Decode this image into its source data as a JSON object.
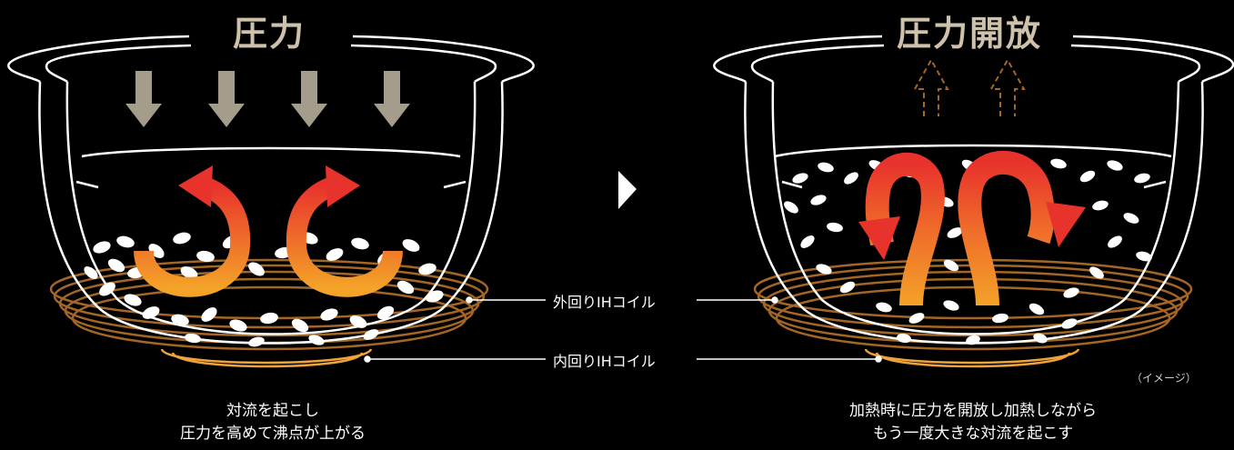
{
  "left": {
    "title": "圧力",
    "caption_line1": "対流を起こし",
    "caption_line2": "圧力を高めて沸点が上がる"
  },
  "right": {
    "title": "圧力開放",
    "caption_line1": "加熱時に圧力を開放し加熱しながら",
    "caption_line2": "もう一度大きな対流を起こす"
  },
  "labels": {
    "outer_coil": "外回りIHコイル",
    "inner_coil": "内回りIHコイル"
  },
  "note": "（イメージ）",
  "colors": {
    "title": "#cfc2aa",
    "pressure_arrow": "#a59d8b",
    "coil": "#a46626",
    "inner_coil": "#f0a33a",
    "flow_start": "#e8322c",
    "flow_end": "#f4a228"
  },
  "icons": [
    "down-arrow-icon",
    "up-dashed-arrow-icon",
    "play-triangle-icon",
    "curved-arrow-icon"
  ]
}
